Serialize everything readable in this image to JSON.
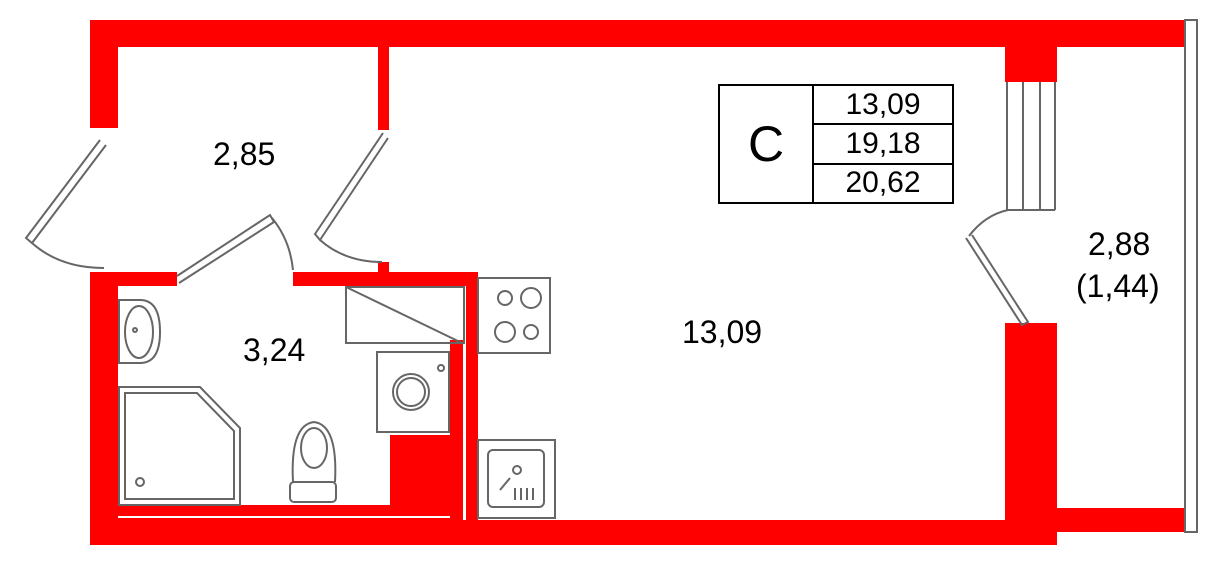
{
  "plan": {
    "wall_color": "#ff0000",
    "fixture_color": "#666666",
    "rooms": [
      {
        "name": "hallway",
        "area": "2,85"
      },
      {
        "name": "bathroom",
        "area": "3,24"
      },
      {
        "name": "living-room",
        "area": "13,09"
      },
      {
        "name": "balcony",
        "area": "2,88",
        "reduced_area": "(1,44)"
      }
    ],
    "legend": {
      "type": "С",
      "living_area": "13,09",
      "total_area": "19,18",
      "total_with_balcony": "20,62"
    }
  }
}
